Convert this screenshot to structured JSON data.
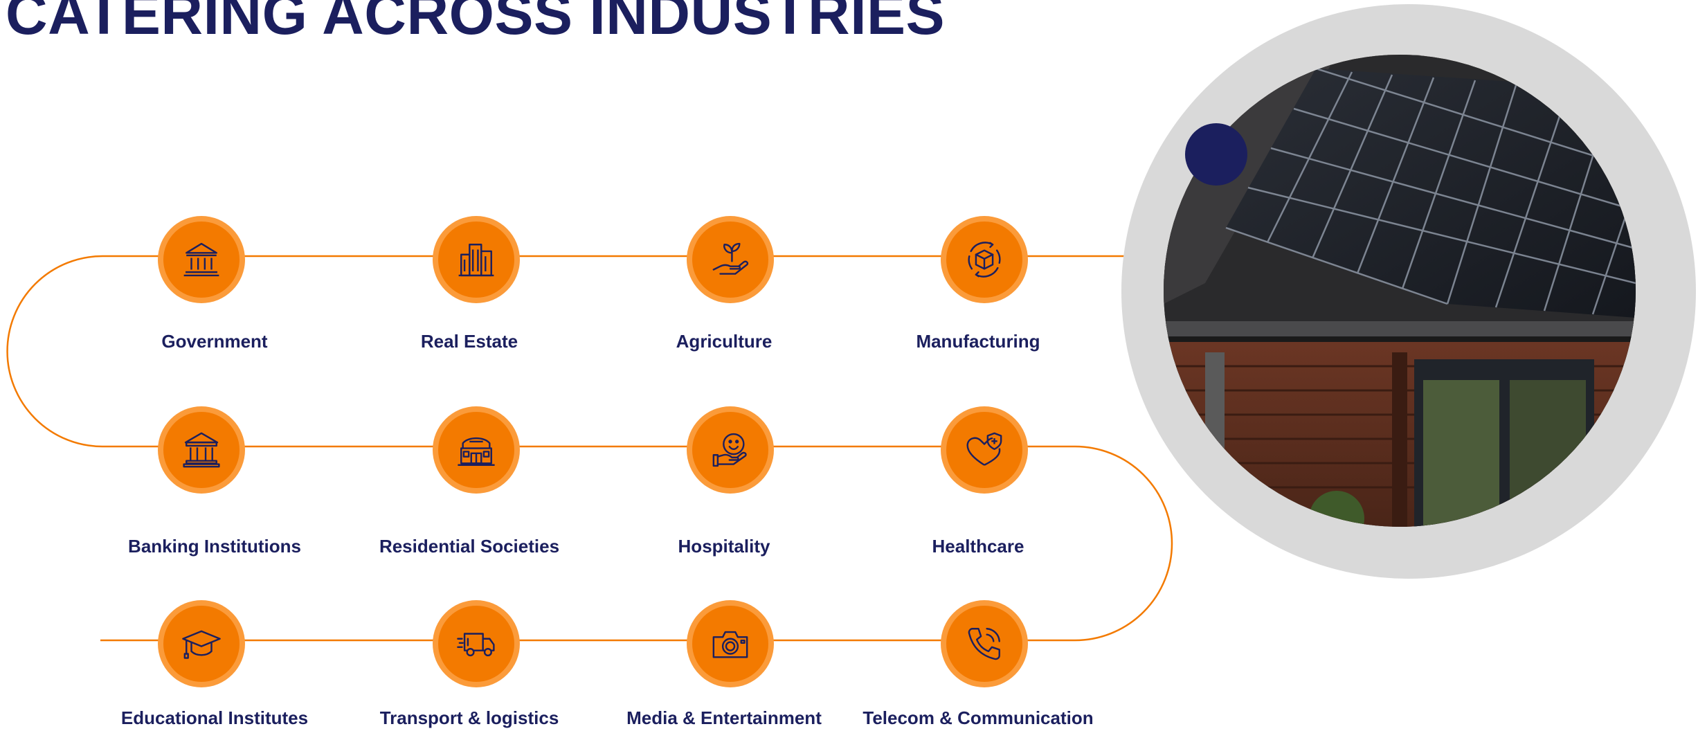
{
  "title": "CATERING ACROSS INDUSTRIES",
  "colors": {
    "navy": "#1b1f5e",
    "orange": "#f37a00",
    "orange_light": "#fb9b3a",
    "ring_gray": "#d9d9d9"
  },
  "industries": [
    {
      "label": "Government",
      "icon": "government-building-icon"
    },
    {
      "label": "Real Estate",
      "icon": "skyscraper-icon"
    },
    {
      "label": "Agriculture",
      "icon": "plant-in-hand-icon"
    },
    {
      "label": "Manufacturing",
      "icon": "box-cycle-icon"
    },
    {
      "label": "Banking Institutions",
      "icon": "bank-icon"
    },
    {
      "label": "Residential Societies",
      "icon": "residential-building-icon"
    },
    {
      "label": "Hospitality",
      "icon": "smile-hand-icon"
    },
    {
      "label": "Healthcare",
      "icon": "heart-shield-icon"
    },
    {
      "label": "Educational Institutes",
      "icon": "graduation-cap-icon"
    },
    {
      "label": "Transport & logistics",
      "icon": "delivery-truck-icon"
    },
    {
      "label": "Media & Entertainment",
      "icon": "camera-icon"
    },
    {
      "label": "Telecom & Communication",
      "icon": "phone-call-icon"
    }
  ]
}
